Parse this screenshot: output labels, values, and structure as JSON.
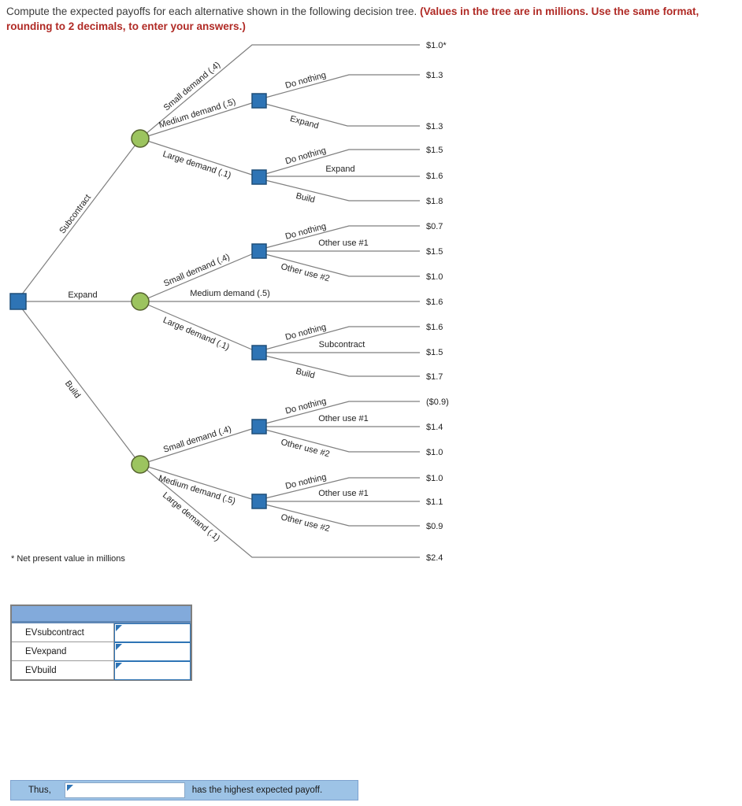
{
  "header": {
    "question": "Compute the expected payoffs for each alternative shown in the following decision tree. ",
    "emphasis": "(Values in the tree are in millions. Use the same format, rounding to 2 decimals, to enter your answers.)"
  },
  "colors": {
    "emphasis_red": "#b02a25",
    "decision_node_blue": "#2e74b5",
    "decision_node_border": "#1f4e79",
    "chance_node_green": "#9cc45f",
    "chance_node_border": "#55622e",
    "branch_line_gray": "#7f7f7f",
    "table_header_blue": "#82aadb",
    "conclusion_bar_blue": "#9dc3e6"
  },
  "tree": {
    "footnote": "* Net present value in millions",
    "alternatives": [
      {
        "label": "Subcontract",
        "branches": [
          {
            "label": "Small demand (.4)",
            "payoff": "$1.0*"
          },
          {
            "label": "Medium demand (.5)",
            "options": [
              {
                "label": "Do nothing",
                "payoff": "$1.3"
              },
              {
                "label": "Expand",
                "payoff": "$1.3"
              }
            ]
          },
          {
            "label": "Large demand (.1)",
            "options": [
              {
                "label": "Do nothing",
                "payoff": "$1.5"
              },
              {
                "label": "Expand",
                "payoff": "$1.6"
              },
              {
                "label": "Build",
                "payoff": "$1.8"
              }
            ]
          }
        ]
      },
      {
        "label": "Expand",
        "branches": [
          {
            "label": "Small demand (.4)",
            "options": [
              {
                "label": "Do nothing",
                "payoff": "$0.7"
              },
              {
                "label": "Other use #1",
                "payoff": "$1.5"
              },
              {
                "label": "Other use #2",
                "payoff": "$1.0"
              }
            ]
          },
          {
            "label": "Medium demand (.5)",
            "payoff": "$1.6"
          },
          {
            "label": "Large demand (.1)",
            "options": [
              {
                "label": "Do nothing",
                "payoff": "$1.6"
              },
              {
                "label": "Subcontract",
                "payoff": "$1.5"
              },
              {
                "label": "Build",
                "payoff": "$1.7"
              }
            ]
          }
        ]
      },
      {
        "label": "Build",
        "branches": [
          {
            "label": "Small demand (.4)",
            "options": [
              {
                "label": "Do nothing",
                "payoff": "($0.9)"
              },
              {
                "label": "Other use #1",
                "payoff": "$1.4"
              },
              {
                "label": "Other use #2",
                "payoff": "$1.0"
              }
            ]
          },
          {
            "label": "Medium demand (.5)",
            "options": [
              {
                "label": "Do nothing",
                "payoff": "$1.0"
              },
              {
                "label": "Other use #1",
                "payoff": "$1.1"
              },
              {
                "label": "Other use #2",
                "payoff": "$0.9"
              }
            ]
          },
          {
            "label": "Large demand (.1)",
            "payoff": "$2.4"
          }
        ]
      }
    ]
  },
  "answer_table": {
    "rows": [
      {
        "label": "EVsubcontract",
        "value": ""
      },
      {
        "label": "EVexpand",
        "value": ""
      },
      {
        "label": "EVbuild",
        "value": ""
      }
    ]
  },
  "conclusion": {
    "prefix": "Thus,",
    "value": "",
    "suffix": "has the highest expected payoff."
  }
}
